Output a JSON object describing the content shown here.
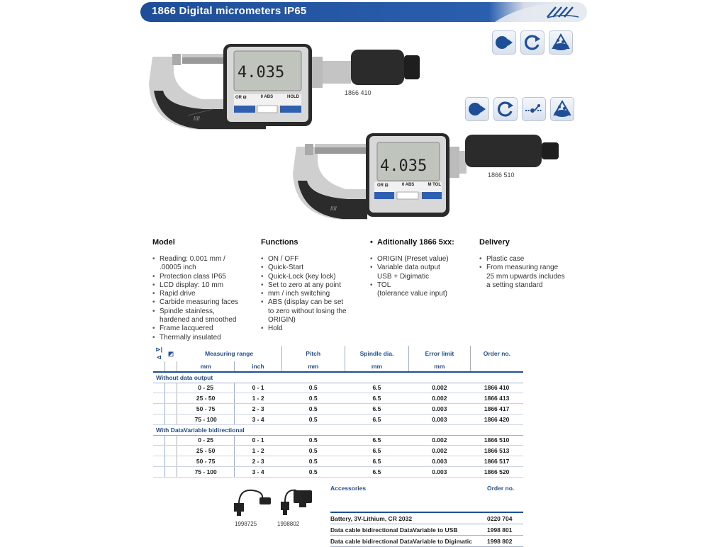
{
  "header": {
    "title": "1866  Digital micrometers IP65",
    "logo": "brand-logo"
  },
  "products": [
    {
      "model": "1866 410",
      "display": "4.035",
      "buttons": [
        "OR ⊟",
        "0 ABS",
        "HOLD"
      ]
    },
    {
      "model": "1866 510",
      "display": "4.035",
      "buttons": [
        "OR ⊟",
        "0 ABS",
        "M TOL"
      ]
    }
  ],
  "icons_row1": [
    "data-output-icon",
    "quick-start-icon",
    "ip65-icon"
  ],
  "icons_row2": [
    "data-output-icon",
    "quick-start-icon",
    "data-connection-icon",
    "ip65-icon"
  ],
  "sections": {
    "model": {
      "title": "Model",
      "items": [
        "Reading: 0.001 mm /",
        ".00005 inch",
        "Protection class IP65",
        "LCD display: 10 mm",
        "Rapid drive",
        "Carbide measuring faces",
        "Spindle stainless,",
        "hardened and smoothed",
        "Frame lacquered",
        "Thermally insulated"
      ]
    },
    "functions": {
      "title": "Functions",
      "items": [
        "ON / OFF",
        "Quick-Start",
        "Quick-Lock (key lock)",
        "Set to zero at any point",
        "mm / inch switching",
        "ABS (display can be set",
        "to zero without losing the",
        "ORIGIN)",
        "Hold"
      ]
    },
    "additionally": {
      "title": "Aditionally 1866 5xx:",
      "items": [
        "ORIGIN (Preset value)",
        "Variable data output",
        "USB + Digimatic",
        "TOL",
        "(tolerance value input)"
      ]
    },
    "delivery": {
      "title": "Delivery",
      "items": [
        "Plastic case",
        "From measuring range",
        "25 mm upwards includes",
        "a setting standard"
      ]
    }
  },
  "table": {
    "headers": {
      "range": "Measuring range",
      "pitch": "Pitch",
      "spindle": "Spindle dia.",
      "error": "Error limit",
      "order": "Order no."
    },
    "units": {
      "mm": "mm",
      "inch": "inch",
      "pitch": "mm",
      "spindle": "mm",
      "error": "mm"
    },
    "groups": [
      {
        "title": "Without data output",
        "rows": [
          {
            "mm": "0 - 25",
            "inch": "0 - 1",
            "pitch": "0.5",
            "spindle": "6.5",
            "error": "0.002",
            "order": "1866 410"
          },
          {
            "mm": "25 - 50",
            "inch": "1 - 2",
            "pitch": "0.5",
            "spindle": "6.5",
            "error": "0.002",
            "order": "1866 413"
          },
          {
            "mm": "50 - 75",
            "inch": "2 - 3",
            "pitch": "0.5",
            "spindle": "6.5",
            "error": "0.003",
            "order": "1866 417"
          },
          {
            "mm": "75 - 100",
            "inch": "3 - 4",
            "pitch": "0.5",
            "spindle": "6.5",
            "error": "0.003",
            "order": "1866 420"
          }
        ]
      },
      {
        "title": "With DataVariable bidirectional",
        "rows": [
          {
            "mm": "0 - 25",
            "inch": "0 - 1",
            "pitch": "0.5",
            "spindle": "6.5",
            "error": "0.002",
            "order": "1866 510"
          },
          {
            "mm": "25 - 50",
            "inch": "1 - 2",
            "pitch": "0.5",
            "spindle": "6.5",
            "error": "0.002",
            "order": "1866 513"
          },
          {
            "mm": "50 - 75",
            "inch": "2 - 3",
            "pitch": "0.5",
            "spindle": "6.5",
            "error": "0.003",
            "order": "1866 517"
          },
          {
            "mm": "75 - 100",
            "inch": "3 - 4",
            "pitch": "0.5",
            "spindle": "6.5",
            "error": "0.003",
            "order": "1866 520"
          }
        ]
      }
    ]
  },
  "accessories": {
    "title": "Accessories",
    "order_header": "Order no.",
    "images": [
      "1998725",
      "1998802"
    ],
    "rows": [
      {
        "name": "Battery, 3V-Lithium, CR 2032",
        "order": "0220 704"
      },
      {
        "name": "Data cable bidirectional DataVariable to USB",
        "order": "1998 801"
      },
      {
        "name": "Data cable bidirectional DataVariable to Digimatic",
        "order": "1998 802"
      }
    ]
  },
  "colors": {
    "brand_blue": "#1f4e98",
    "frame_grey": "#c8c8c8",
    "grip_dark": "#2a2a2a"
  }
}
